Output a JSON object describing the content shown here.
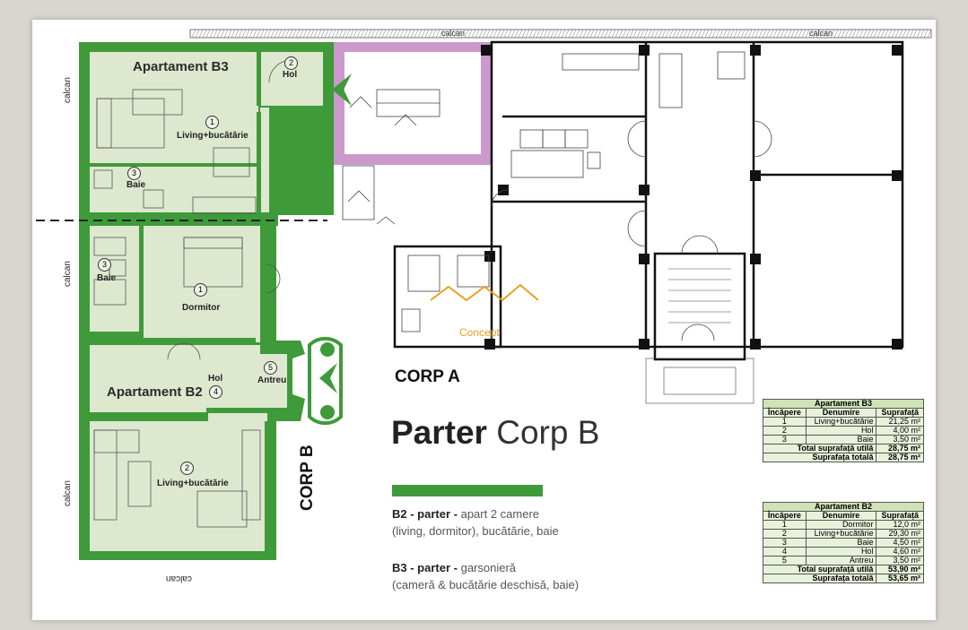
{
  "plan": {
    "calcan": "calcan",
    "calcan_flipped": "calcan",
    "corp_a": "CORP A",
    "corp_b": "CORP B",
    "title_bold": "Parter",
    "title_rest": "Corp B",
    "watermark": "Concept"
  },
  "b3": {
    "title": "Apartament B3",
    "rooms": [
      {
        "num": "1",
        "name": "Living+bucătărie"
      },
      {
        "num": "2",
        "name": "Hol"
      },
      {
        "num": "3",
        "name": "Baie"
      }
    ]
  },
  "b2": {
    "title": "Apartament B2",
    "rooms": [
      {
        "num": "1",
        "name": "Dormitor"
      },
      {
        "num": "2",
        "name": "Living+bucătărie"
      },
      {
        "num": "3",
        "name": "Baie"
      },
      {
        "num": "4",
        "name": "Hol"
      },
      {
        "num": "5",
        "name": "Antreu"
      }
    ]
  },
  "legend": {
    "color": "#3f9a3a",
    "b2_label": "B2 - parter -",
    "b2_text1": "apart 2 camere",
    "b2_text2": "(living, dormitor), bucătărie, baie",
    "b3_label": "B3 - parter -",
    "b3_text1": "garsonieră",
    "b3_text2": "(cameră & bucătărie deschisă, baie)"
  },
  "table_b3": {
    "caption": "Apartament B3",
    "headers": [
      "Încăpere",
      "Denumire",
      "Suprafață"
    ],
    "rows": [
      [
        "1",
        "Living+bucătărie",
        "21,25 m²"
      ],
      [
        "2",
        "Hol",
        "4,00 m²"
      ],
      [
        "3",
        "Baie",
        "3,50 m²"
      ]
    ],
    "total_util_label": "Total suprafață utilă",
    "total_util": "28,75 m²",
    "total_label": "Suprafața totală",
    "total": "28,75 m²"
  },
  "table_b2": {
    "caption": "Apartament B2",
    "headers": [
      "Încăpere",
      "Denumire",
      "Suprafață"
    ],
    "rows": [
      [
        "1",
        "Dormitor",
        "12,0 m²"
      ],
      [
        "2",
        "Living+bucătărie",
        "29,30 m²"
      ],
      [
        "3",
        "Baie",
        "4,50 m²"
      ],
      [
        "4",
        "Hol",
        "4,60 m²"
      ],
      [
        "5",
        "Antreu",
        "3,50 m²"
      ]
    ],
    "total_util_label": "Total suprafață utilă",
    "total_util": "53,90 m²",
    "total_label": "Suprafața totală",
    "total": "53,65 m²"
  },
  "colors": {
    "wall_green": "#3f9a3a",
    "room_fill": "#dde8cf",
    "stair_pink": "#cc99cc",
    "watermark": "#e8a020"
  }
}
